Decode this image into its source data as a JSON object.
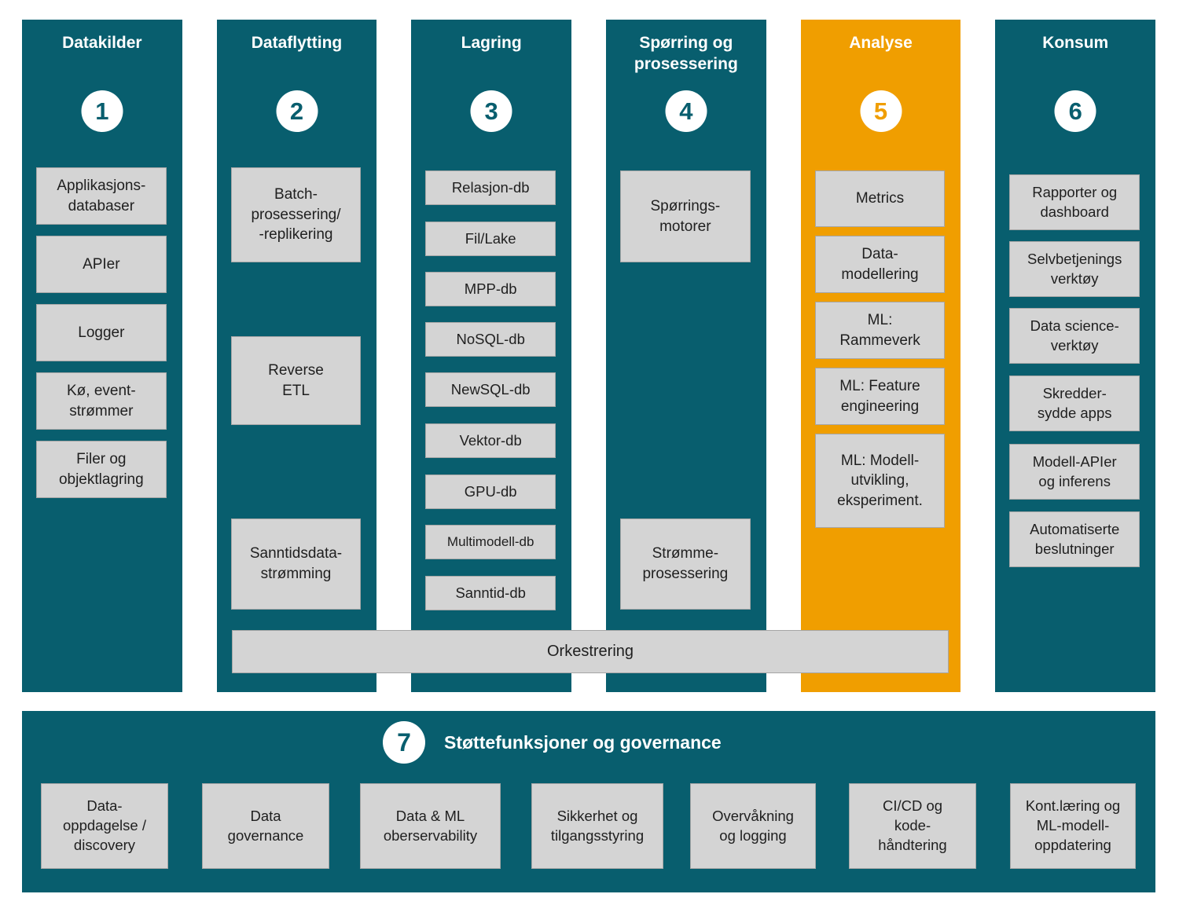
{
  "palette": {
    "teal": "#085e6e",
    "orange": "#f09e00",
    "box_bg": "#d4d4d4",
    "box_border": "#a6a6a6",
    "box_text": "#1f1f1f",
    "white": "#ffffff"
  },
  "columns": [
    {
      "number": "1",
      "title": "Datakilder",
      "theme": "teal",
      "boxes": [
        "Applikasjons-\ndatabaser",
        "APIer",
        "Logger",
        "Kø, event-\nstrømmer",
        "Filer og\nobjektlagring"
      ]
    },
    {
      "number": "2",
      "title": "Dataflytting",
      "theme": "teal",
      "boxes": [
        "Batch-\nprosessering/\n-replikering",
        "Reverse\nETL",
        "Sanntidsdata-\nstrømming"
      ]
    },
    {
      "number": "3",
      "title": "Lagring",
      "theme": "teal",
      "boxes": [
        "Relasjon-db",
        "Fil/Lake",
        "MPP-db",
        "NoSQL-db",
        "NewSQL-db",
        "Vektor-db",
        "GPU-db",
        "Multimodell-db",
        "Sanntid-db"
      ]
    },
    {
      "number": "4",
      "title": "Spørring og\nprosessering",
      "theme": "teal",
      "boxes": [
        "Spørrings-\nmotorer",
        "Strømme-\nprosessering"
      ]
    },
    {
      "number": "5",
      "title": "Analyse",
      "theme": "orange",
      "boxes": [
        "Metrics",
        "Data-\nmodellering",
        "ML:\nRammeverk",
        "ML: Feature\nengineering",
        "ML: Modell-\nutvikling,\neksperiment."
      ]
    },
    {
      "number": "6",
      "title": "Konsum",
      "theme": "teal",
      "boxes": [
        "Rapporter og\ndashboard",
        "Selvbetjenings\nverktøy",
        "Data science-\nverktøy",
        "Skredder-\nsydde apps",
        "Modell-APIer\nog inferens",
        "Automatiserte\nbeslutninger"
      ]
    }
  ],
  "orchestration": {
    "label": "Orkestrering"
  },
  "support": {
    "number": "7",
    "title": "Støttefunksjoner og governance",
    "boxes": [
      "Data-\noppdagelse /\ndiscovery",
      "Data\ngovernance",
      "Data & ML\noberservability",
      "Sikkerhet og\ntilgangsstyring",
      "Overvåkning\nog logging",
      "CI/CD og\nkode-\nhåndtering",
      "Kont.læring og\nML-modell-\noppdatering"
    ]
  }
}
